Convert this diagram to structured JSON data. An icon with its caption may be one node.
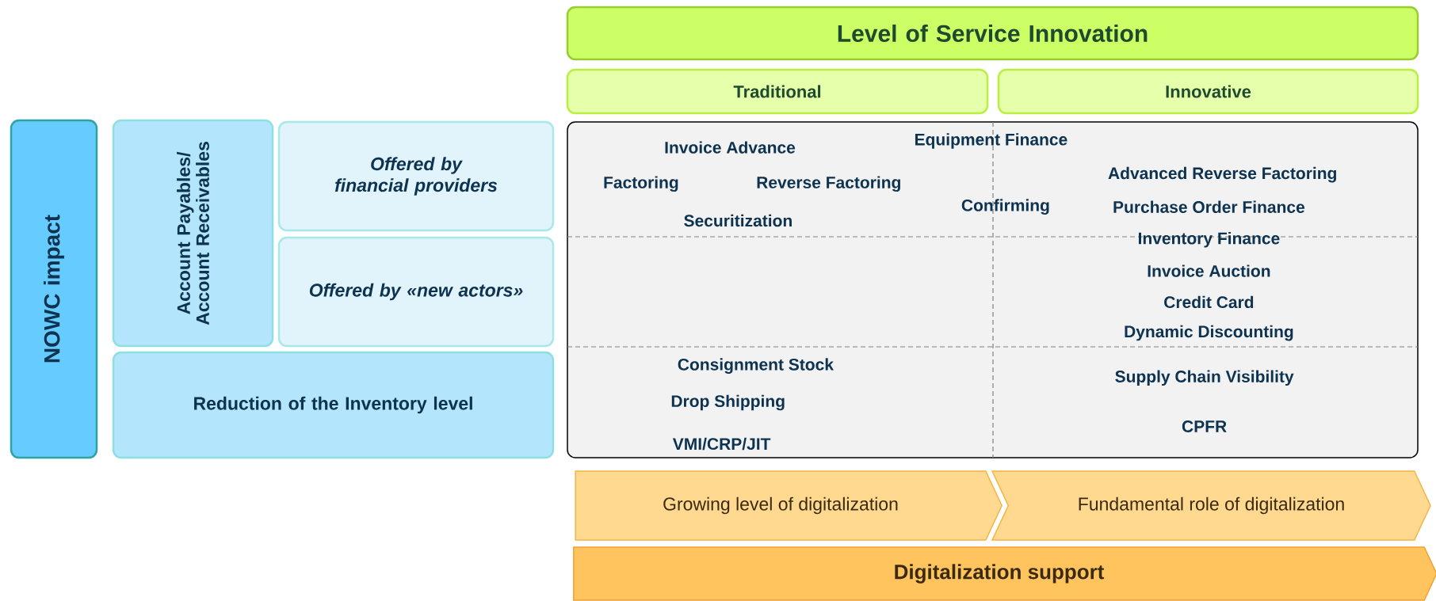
{
  "diagram": {
    "nodes": [
      {
        "text": [
          "Level of Service Innovation"
        ]
      },
      {
        "text": [
          "Traditional"
        ]
      },
      {
        "text": [
          "Innovative"
        ]
      },
      {
        "text": [],
        "shape": "box"
      },
      {
        "text": [
          "NOWC impact"
        ]
      },
      {
        "text": [
          "Account Payables/ Account Receivables"
        ]
      },
      {
        "text": [
          "Offered by financial providers"
        ]
      },
      {
        "text": [
          "Offered by «new actors»"
        ]
      },
      {
        "text": [
          "Reduction of the Inventory level"
        ]
      },
      {
        "text": [
          "Growing level of digitalization"
        ]
      },
      {
        "text": [
          "Fundamental role of digitalization"
        ]
      },
      {
        "text": [
          "Digitalization support"
        ]
      }
    ],
    "labels": [
      "Invoice Advance",
      "Equipment Finance",
      "Factoring",
      "Reverse Factoring",
      "Advanced Reverse Factoring",
      "Confirming",
      "Purchase Order Finance",
      "Securitization",
      "Inventory Finance",
      "Invoice Auction",
      "Credit Card",
      "Dynamic Discounting",
      "Consignment Stock",
      "Supply Chain Visibility",
      "Drop Shipping",
      "CPFR",
      "VMI/CRP/JIT"
    ]
  }
}
